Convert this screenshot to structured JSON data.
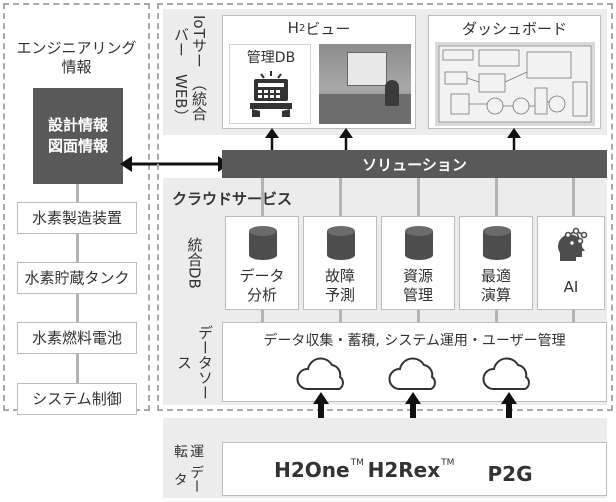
{
  "engineering": {
    "title_line1": "エンジニアリング",
    "title_line2": "情報",
    "design_line1": "設計情報",
    "design_line2": "図面情報",
    "devices": [
      "水素製造装置",
      "水素貯蔵タンク",
      "水素燃料電池",
      "システム制御"
    ]
  },
  "iot": {
    "label_line1": "IoTサーバー",
    "label_line2": "（統合WEB）",
    "h2view_title_prefix": "H",
    "h2view_title_sub": "2",
    "h2view_title_suffix": "ビュー",
    "mgmt_db_label": "管理DB",
    "dashboard_title": "ダッシュボード"
  },
  "solution": {
    "label": "ソリューション"
  },
  "cloud": {
    "title": "クラウドサービス",
    "integrated_db_label": "統合DB",
    "modules": [
      {
        "line1": "データ",
        "line2": "分析"
      },
      {
        "line1": "故障",
        "line2": "予測"
      },
      {
        "line1": "資源",
        "line2": "管理"
      },
      {
        "line1": "最適",
        "line2": "演算"
      },
      {
        "line1": "AI",
        "line2": ""
      }
    ],
    "datasource_label": "データソース",
    "datasource_text": "データ収集・蓄積, システム運用・ユーザー管理"
  },
  "operation": {
    "label_line1": "運転",
    "label_line2": "データ",
    "products": [
      {
        "name": "H2One",
        "tm": "TM"
      },
      {
        "name": "H2Rex",
        "tm": "TM"
      },
      {
        "name": "P2G",
        "tm": ""
      }
    ]
  },
  "colors": {
    "dark_block": "#595959",
    "panel_bg": "#ececec",
    "border_dash": "#aaaaaa"
  }
}
